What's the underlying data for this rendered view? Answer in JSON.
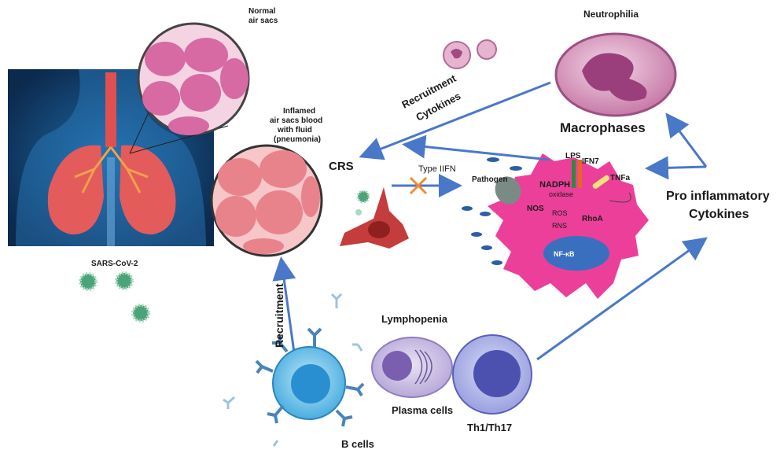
{
  "labels": {
    "normal_air_sacs_1": "Normal",
    "normal_air_sacs_2": "air sacs",
    "inflamed_1": "Inflamed",
    "inflamed_2": "air sacs blood",
    "inflamed_3": "with fluid",
    "inflamed_4": "(pneumonia)",
    "sars": "SARS-CoV-2",
    "crs": "CRS",
    "recruitment_top_1": "Recruitment",
    "recruitment_top_2": "Cytokines",
    "neutrophilia": "Neutrophilia",
    "macrophases": "Macrophases",
    "pro_inflammatory_1": "Pro inflammatory",
    "pro_inflammatory_2": "Cytokines",
    "type_iifn": "Type IIFN",
    "pathogen": "Pathogen",
    "lps": "LPS",
    "ifn": "IFN7",
    "tnfa": "TNFa",
    "nadph_1": "NADPH",
    "nadph_2": "oxidase",
    "nos": "NOS",
    "ros": "ROS",
    "rhoa": "RhoA",
    "rns": "RNS",
    "nfkb": "NF-κB",
    "recruitment_left": "Recruitment",
    "lymphopenia": "Lymphopenia",
    "plasma_cells": "Plasma cells",
    "b_cells": "B cells",
    "th": "Th1/Th17"
  },
  "colors": {
    "arrow": "#4a78c8",
    "lung_bg": "#123a66",
    "lung": "#e35b5b",
    "air_sac": "#d86aa3",
    "inflamed": "#e8838c",
    "macrophage": "#ec3f9a",
    "nucleus": "#3a6fc0",
    "neutrophil": "#c06098",
    "b_cell": "#3ea0d6",
    "plasma": "#b9a8d8",
    "th_cell": "#5a5fc0",
    "virus": "#4aa37a",
    "dendritic": "#c43c3c",
    "inhibit": "#f08a30"
  }
}
